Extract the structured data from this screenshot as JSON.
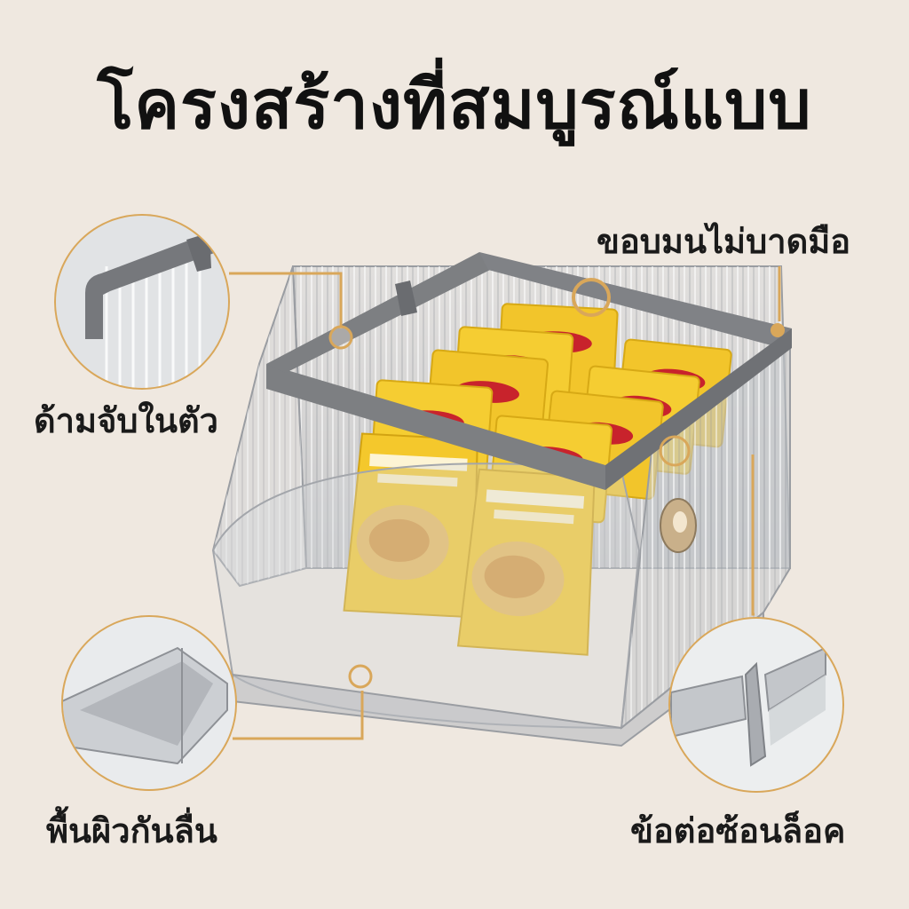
{
  "headline": "โครงสร้างที่สมบูรณ์แบบ",
  "callouts": {
    "handle": "ด้ามจับในตัว",
    "rim": "ขอบมนไม่บาดมือ",
    "base": "พื้นผิวกันลื่น",
    "lock": "ข้อต่อซ้อนล็อค"
  },
  "colors": {
    "background": "#efe8e0",
    "accent": "#d9a75a",
    "frame": "#7d7f82",
    "bin": "#c9ccd0",
    "snack": "#f2c52b"
  }
}
